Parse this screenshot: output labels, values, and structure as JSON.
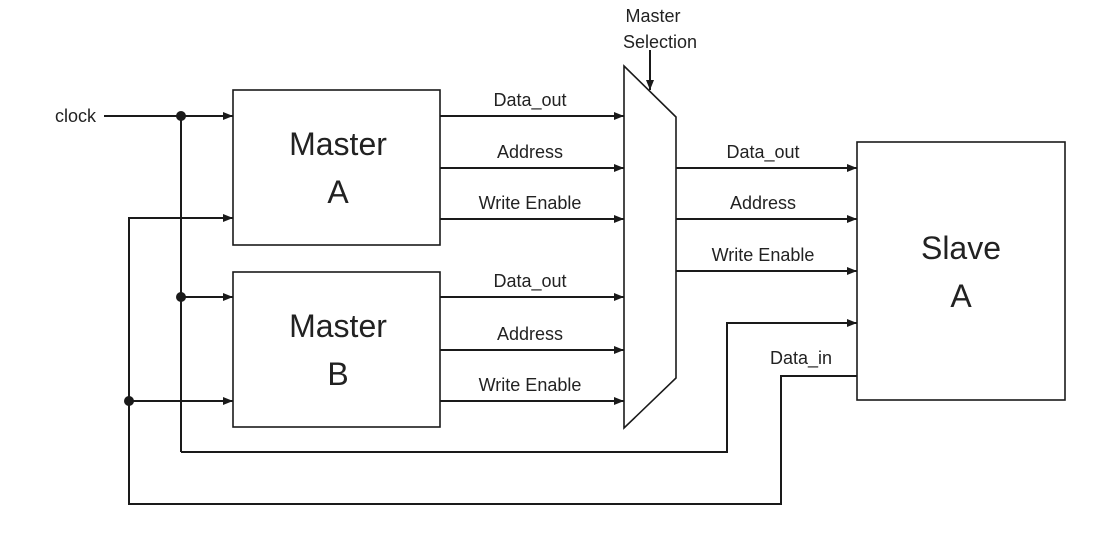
{
  "diagram": {
    "input_clock": "clock",
    "selector": {
      "line1": "Master",
      "line2": "Selection"
    },
    "master_a": {
      "line1": "Master",
      "line2": "A"
    },
    "master_b": {
      "line1": "Master",
      "line2": "B"
    },
    "slave_a": {
      "line1": "Slave",
      "line2": "A"
    },
    "master_a_signals": [
      "Data_out",
      "Address",
      "Write Enable"
    ],
    "master_b_signals": [
      "Data_out",
      "Address",
      "Write Enable"
    ],
    "mux_outputs": [
      "Data_out",
      "Address",
      "Write Enable"
    ],
    "slave_output": "Data_in"
  }
}
